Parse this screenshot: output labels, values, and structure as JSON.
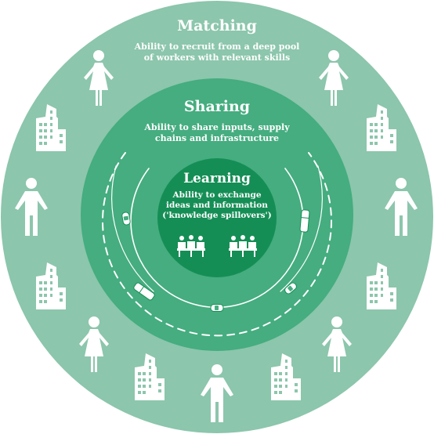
{
  "rings": {
    "outer": {
      "title": "Matching",
      "desc_line1": "Ability to recruit from a deep pool",
      "desc_line2": "of workers with relevant skills"
    },
    "middle": {
      "title": "Sharing",
      "desc_line1": "Ability to share inputs, supply",
      "desc_line2": "chains and infrastructure"
    },
    "inner": {
      "title": "Learning",
      "desc_line1": "Ability to exchange",
      "desc_line2": "ideas and information",
      "desc_line3": "('knowledge spillovers')"
    }
  },
  "colors": {
    "outer_ring": "#8cc6ac",
    "middle_ring": "#45ad7f",
    "inner_ring": "#158e55",
    "icon": "#ffffff",
    "road_line": "#ffffff"
  },
  "icons": {
    "outer": [
      "person-female-icon",
      "building-icon",
      "person-male-icon",
      "car-icon"
    ],
    "inner": [
      "meeting-group-icon"
    ]
  }
}
